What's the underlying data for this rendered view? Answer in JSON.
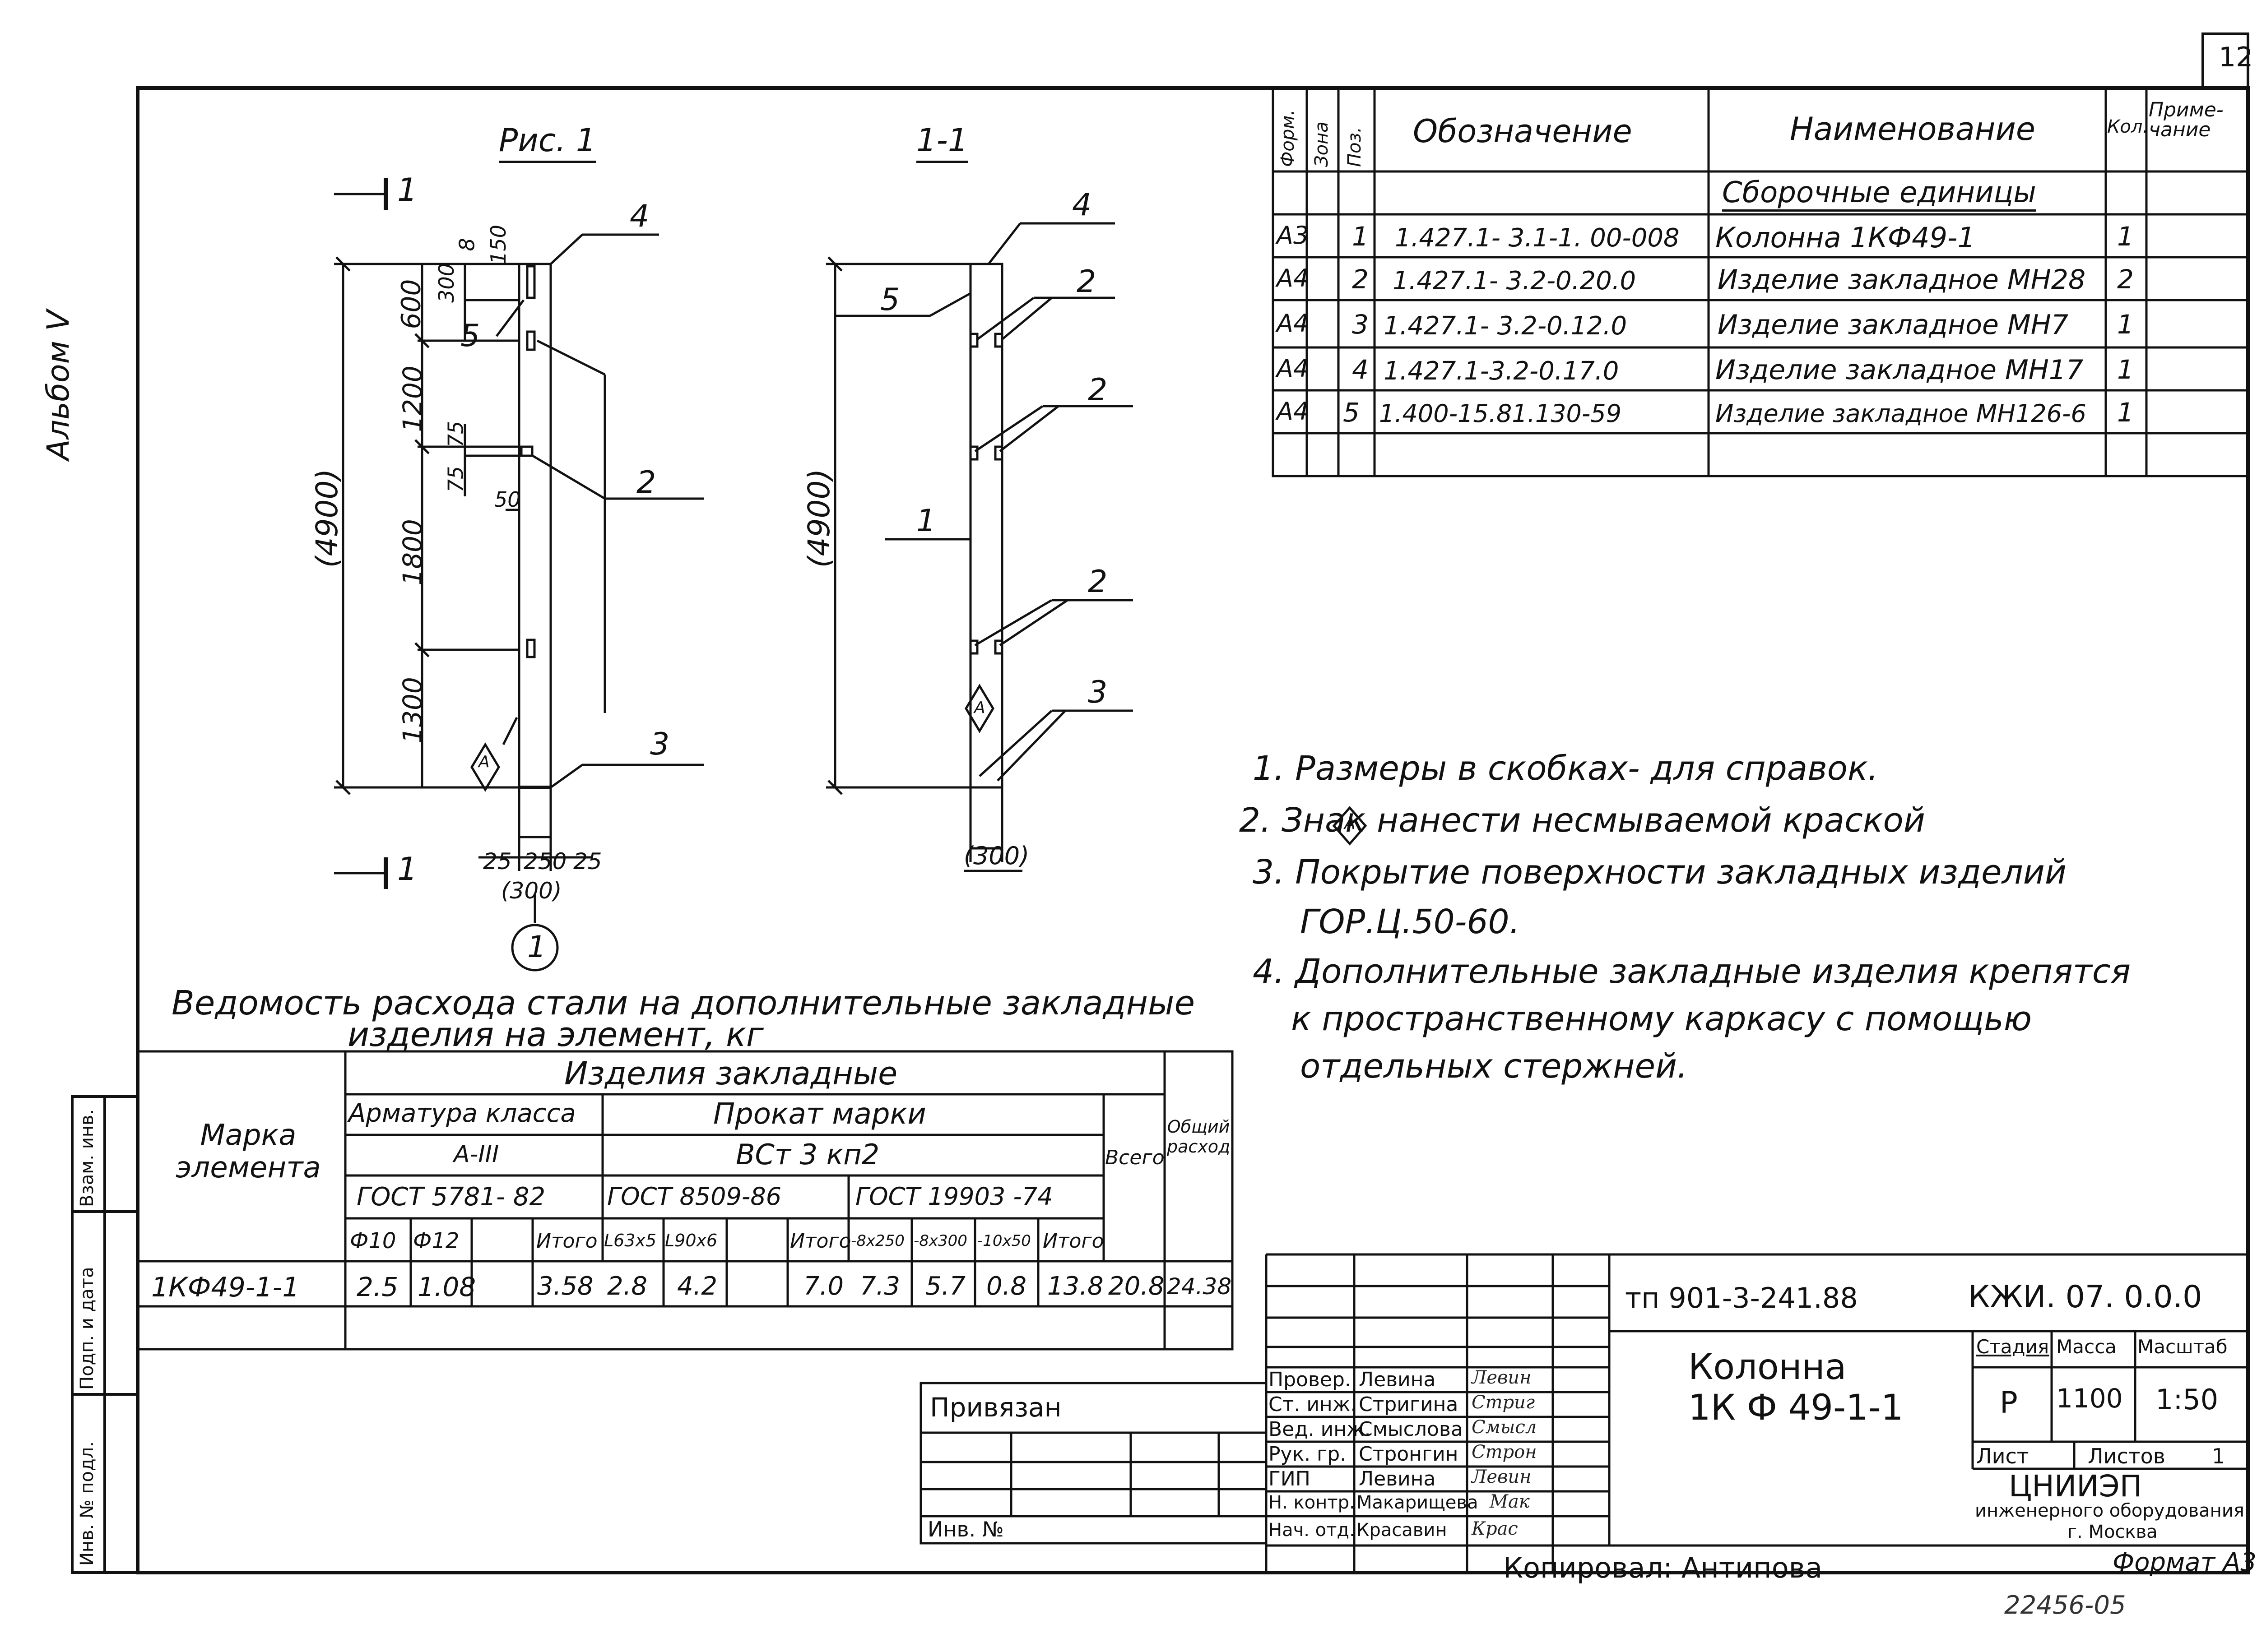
{
  "sheet": {
    "page_number": "12",
    "album": "Альбом V",
    "copied_by": "Копировал: Антипова",
    "format": "Формат А3",
    "archive_number": "22456-05"
  },
  "drawing": {
    "fig_title": "Рис. 1",
    "section_title": "1-1",
    "section_mark": "1",
    "axis_mark": "1",
    "sign_mark": "A",
    "dims_left": {
      "overall": "(4900)",
      "d1": "600",
      "d2": "1200",
      "d3": "1800",
      "d4": "1300",
      "d5": "300",
      "d6": "8",
      "d7": "150",
      "d8": "75",
      "d9": "75",
      "d10": "50",
      "b1": "25",
      "b2": "250",
      "b3": "25",
      "b_total": "(300)"
    },
    "dims_right": {
      "overall": "(4900)",
      "b_total": "(300)"
    },
    "callouts_left": [
      "4",
      "5",
      "2",
      "3"
    ],
    "callouts_right": [
      "4",
      "5",
      "2",
      "2",
      "1",
      "2",
      "3"
    ]
  },
  "spec_table": {
    "headers": {
      "format": "Форм.",
      "zone": "Зона",
      "pos": "Поз.",
      "designation": "Обозначение",
      "name": "Наименование",
      "qty": "Кол.",
      "note": "Приме-чание"
    },
    "section_label": "Сборочные единицы",
    "rows": [
      {
        "format": "А3",
        "pos": "1",
        "designation": "1.427.1- 3.1-1. 00-008",
        "name": "Колонна 1КФ49-1",
        "qty": "1"
      },
      {
        "format": "А4",
        "pos": "2",
        "designation": "1.427.1- 3.2-0.20.0",
        "name": "Изделие закладное МН28",
        "qty": "2"
      },
      {
        "format": "А4",
        "pos": "3",
        "designation": "1.427.1- 3.2-0.12.0",
        "name": "Изделие закладное МН7",
        "qty": "1"
      },
      {
        "format": "А4",
        "pos": "4",
        "designation": "1.427.1-3.2-0.17.0",
        "name": "Изделие закладное МН17",
        "qty": "1"
      },
      {
        "format": "А4",
        "pos": "5",
        "designation": "1.400-15.81.130-59",
        "name": "Изделие закладное МН126-6",
        "qty": "1"
      }
    ]
  },
  "notes": [
    "1. Размеры в скобках- для справок.",
    "2. Знак",
    "нанести несмываемой краской",
    "3. Покрытие поверхности закладных изделий",
    "ГОР.Ц.50-60.",
    "4. Дополнительные закладные изделия крепятся",
    "к пространственному каркасу с помощью",
    "отдельных стержней."
  ],
  "steel_table": {
    "title_line1": "Ведомость расхода стали на дополнительные закладные",
    "title_line2": "изделия на элемент, кг",
    "h_element": "Марка элемента",
    "h_items": "Изделия закладные",
    "h_rebar": "Арматура класса",
    "h_rebar_class": "А-III",
    "h_rebar_gost": "ГОСТ 5781- 82",
    "h_rolled": "Прокат марки",
    "h_rolled_grade": "ВСт 3 кп2",
    "h_gost1": "ГОСТ 8509-86",
    "h_gost2": "ГОСТ 19903 -74",
    "h_total": "Всего",
    "h_overall": "Общий расход",
    "sub_cols": [
      "Ф10",
      "Ф12",
      "",
      "Итого",
      "L63х5",
      "L90х6",
      "",
      "Итого",
      "-8х250",
      "-8х300",
      "-10х50",
      "Итого"
    ],
    "row": {
      "element": "1КФ49-1-1",
      "vals": [
        "2.5",
        "1.08",
        "",
        "3.58",
        "2.8",
        "4.2",
        "",
        "7.0",
        "7.3",
        "5.7",
        "0.8",
        "13.8"
      ],
      "total": "20.8",
      "overall": "24.38"
    }
  },
  "side_stamp": [
    "Инв. № подл.",
    "Подп. и дата",
    "Взам. инв."
  ],
  "binding": {
    "label": "Привязан",
    "inv": "Инв. №"
  },
  "title_block": {
    "project": "тп 901-3-241.88",
    "code": "КЖИ. 07. 0.0.0",
    "title_line1": "Колонна",
    "title_line2": "1К Ф 49-1-1",
    "stage_label": "Стадия",
    "mass_label": "Масса",
    "scale_label": "Масштаб",
    "stage": "Р",
    "mass": "1100",
    "scale": "1:50",
    "sheet_label": "Лист",
    "sheets_label": "Листов",
    "sheets": "1",
    "org_line1": "ЦНИИЭП",
    "org_line2": "инженерного оборудования",
    "org_line3": "г. Москва",
    "roles": [
      {
        "role": "Провер.",
        "name": "Левина",
        "sign": "Левин"
      },
      {
        "role": "Ст. инж.",
        "name": "Стригина",
        "sign": "Стриг"
      },
      {
        "role": "Вед. инж.",
        "name": "Смыслова",
        "sign": "Смысл"
      },
      {
        "role": "Рук. гр.",
        "name": "Стронгин",
        "sign": "Строн"
      },
      {
        "role": "ГИП",
        "name": "Левина",
        "sign": "Левин"
      },
      {
        "role": "Н. контр.",
        "name": "Макарищева",
        "sign": "Мак"
      },
      {
        "role": "Нач. отд.",
        "name": "Красавин",
        "sign": "Крас"
      }
    ]
  }
}
